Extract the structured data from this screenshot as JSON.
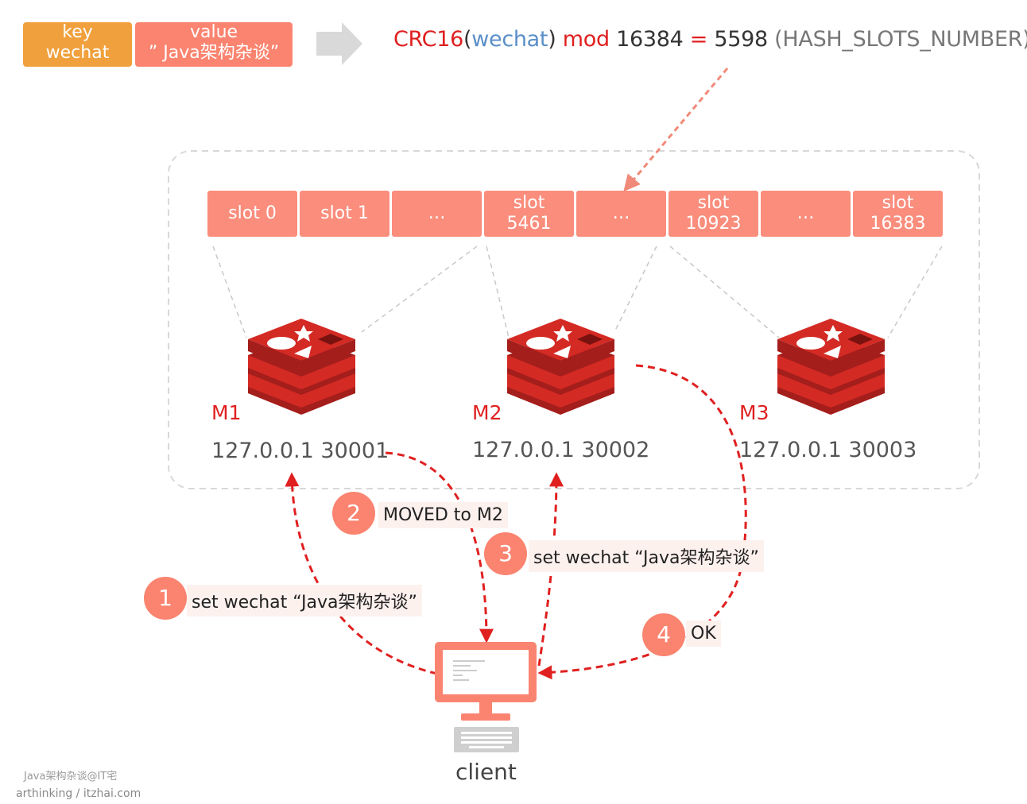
{
  "kv": {
    "key_title": "key",
    "key_value": "wechat",
    "value_title": "value",
    "value_value": "” Java架构杂谈”"
  },
  "formula": {
    "fn": "CRC16",
    "open": "(",
    "arg": "wechat",
    "close": ")",
    "mod": " mod ",
    "modulus": "16384",
    "eq": " = ",
    "result": "5598",
    "note": " (HASH_SLOTS_NUMBER)"
  },
  "slots": [
    {
      "line1": "slot 0",
      "line2": ""
    },
    {
      "line1": "slot 1",
      "line2": ""
    },
    {
      "line1": "…",
      "line2": ""
    },
    {
      "line1": "slot",
      "line2": "5461"
    },
    {
      "line1": "…",
      "line2": ""
    },
    {
      "line1": "slot",
      "line2": "10923"
    },
    {
      "line1": "…",
      "line2": ""
    },
    {
      "line1": "slot",
      "line2": "16383"
    }
  ],
  "nodes": [
    {
      "name": "M1",
      "addr": "127.0.0.1 30001"
    },
    {
      "name": "M2",
      "addr": "127.0.0.1 30002"
    },
    {
      "name": "M3",
      "addr": "127.0.0.1 30003"
    }
  ],
  "steps": [
    {
      "num": "1",
      "label": "set wechat “Java架构杂谈”"
    },
    {
      "num": "2",
      "label": "MOVED to M2"
    },
    {
      "num": "3",
      "label": "set wechat “Java架构杂谈”"
    },
    {
      "num": "4",
      "label": "OK"
    }
  ],
  "client": {
    "label": "client"
  },
  "watermark": {
    "line1": "Java架构杂谈@IT宅",
    "line2": "arthinking / itzhai.com"
  },
  "colors": {
    "key_box": "#f0a03c",
    "value_box": "#fa8470",
    "slot": "#fa8d7c",
    "redis_red": "#c8201e",
    "arrow_red": "#e02020",
    "formula_red": "#e02020",
    "formula_blue": "#5a8fc8"
  },
  "icons": [
    "arrow-right-icon",
    "redis-icon",
    "monitor-icon",
    "keyboard-icon"
  ]
}
